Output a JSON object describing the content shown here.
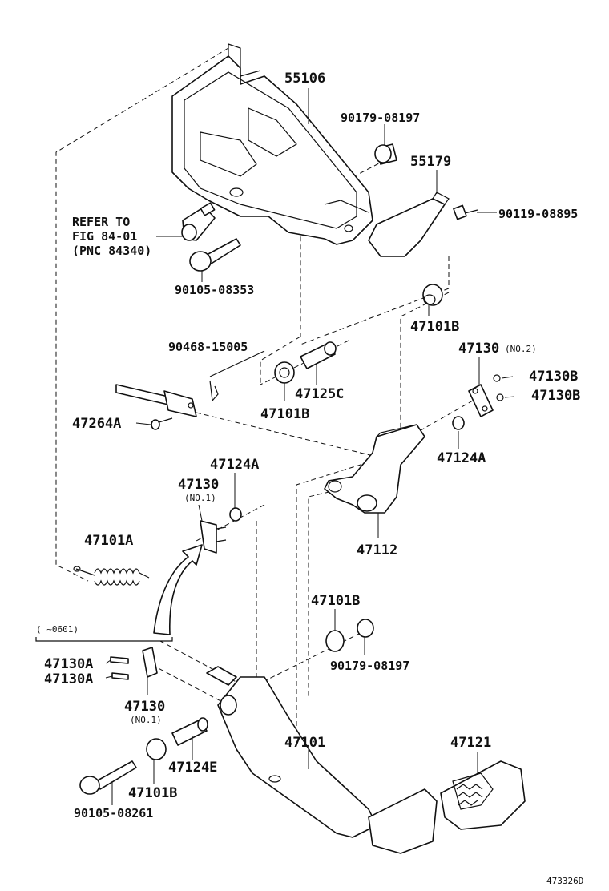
{
  "labels": {
    "p55106": "55106",
    "p90179_top": "90179-08197",
    "p55179": "55179",
    "p90119": "90119-08895",
    "refer1": "REFER TO",
    "refer2": "FIG 84-01",
    "refer3": "(PNC 84340)",
    "p90105_top": "90105-08353",
    "p47101B_a": "47101B",
    "p90468": "90468-15005",
    "p47130_no2": "47130",
    "no2": "(NO.2)",
    "p47130B_a": "47130B",
    "p47130B_b": "47130B",
    "p47125C": "47125C",
    "p47101B_b": "47101B",
    "p47264A": "47264A",
    "p47124A_r": "47124A",
    "p47124A_l": "47124A",
    "p47130_no1a": "47130",
    "no1a": "(NO.1)",
    "p47101A": "47101A",
    "p47112": "47112",
    "p47101B_c": "47101B",
    "range": "(      ~0601)",
    "p90179_bot": "90179-08197",
    "p47130A_a": "47130A",
    "p47130A_b": "47130A",
    "p47130_no1b": "47130",
    "no1b": "(NO.1)",
    "p47101": "47101",
    "p47121": "47121",
    "p47124E": "47124E",
    "p47101B_d": "47101B",
    "p90105_bot": "90105-08261",
    "figure_id": "473326D"
  }
}
